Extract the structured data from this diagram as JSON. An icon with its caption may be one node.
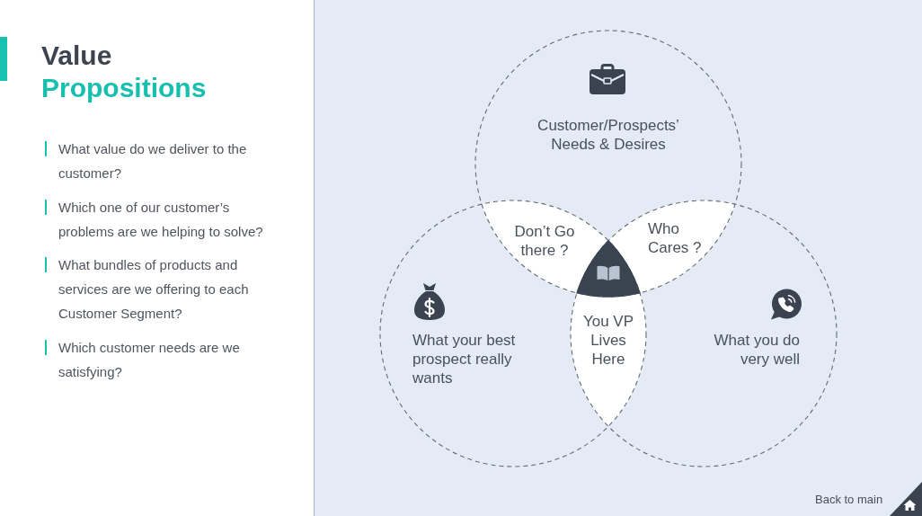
{
  "diagram": {
    "title": "Value Propositions",
    "nodes": [
      {
        "text": [
          "Customer/Prospects’ Needs & Desires"
        ]
      },
      {
        "text": [
          "What your best prospect really wants"
        ]
      },
      {
        "text": [
          "What you do very well"
        ]
      },
      {
        "text": [
          "Don’t Go there ?"
        ]
      },
      {
        "text": [
          "Who Cares ?"
        ]
      },
      {
        "text": [
          "You VP Lives Here"
        ]
      },
      {
        "text": [],
        "shape": "triangle"
      }
    ],
    "labels": [
      "What value do we deliver to the customer?",
      "Which one of our customer’s problems are we helping to solve?",
      "What bundles of products and services are we offering to each Customer Segment?",
      "Which customer needs are we satisfying?",
      "Back to main"
    ]
  }
}
